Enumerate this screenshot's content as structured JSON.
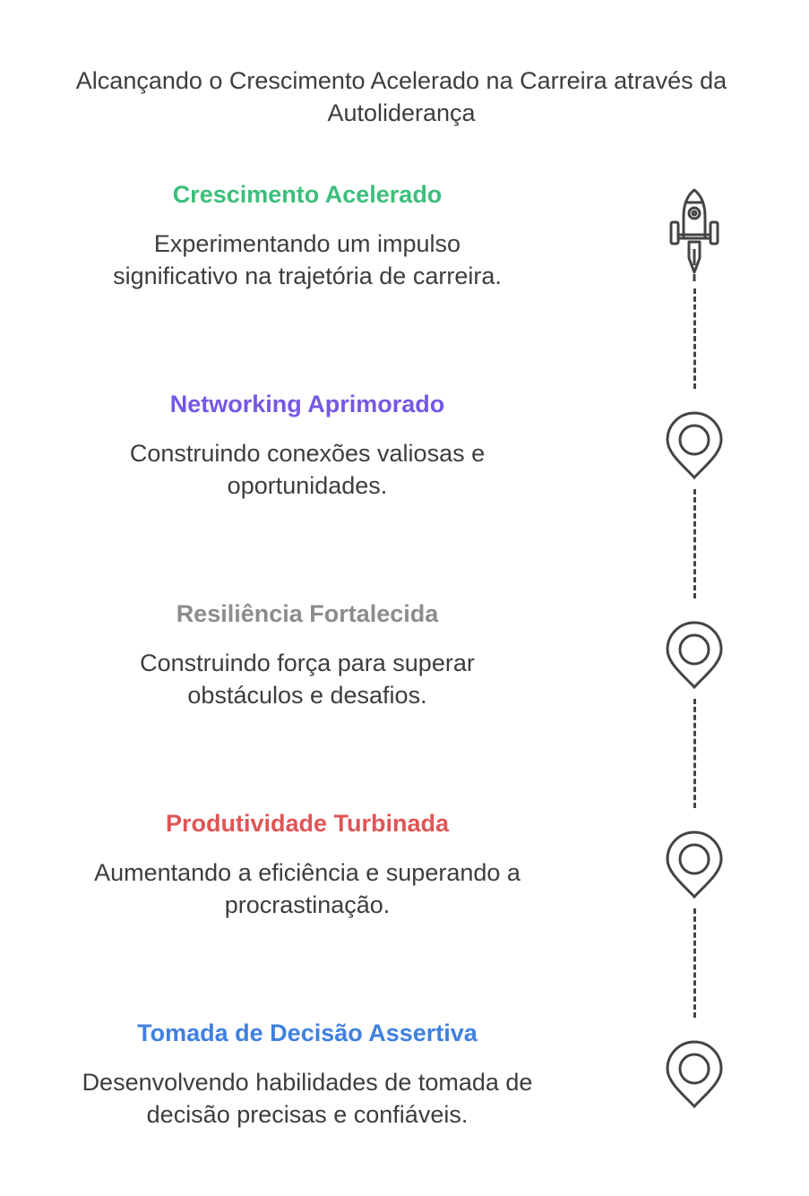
{
  "title": "Alcançando o Crescimento Acelerado na Carreira através da Autoliderança",
  "steps": [
    {
      "heading": "Crescimento Acelerado",
      "text": "Experimentando um impulso significativo na trajetória de carreira.",
      "color": "#3dbe7b",
      "icon": "rocket-icon"
    },
    {
      "heading": "Networking Aprimorado",
      "text": "Construindo conexões valiosas e oportunidades.",
      "color": "#7558e4",
      "icon": "map-pin-icon"
    },
    {
      "heading": "Resiliência Fortalecida",
      "text": "Construindo força para superar obstáculos e desafios.",
      "color": "#8c8c8c",
      "icon": "map-pin-icon"
    },
    {
      "heading": "Produtividade Turbinada",
      "text": "Aumentando a eficiência e superando a procrastinação.",
      "color": "#e05555",
      "icon": "map-pin-icon"
    },
    {
      "heading": "Tomada de Decisão Assertiva",
      "text": "Desenvolvendo habilidades de tomada de decisão precisas e confiáveis.",
      "color": "#3f80e0",
      "icon": "map-pin-icon"
    }
  ]
}
